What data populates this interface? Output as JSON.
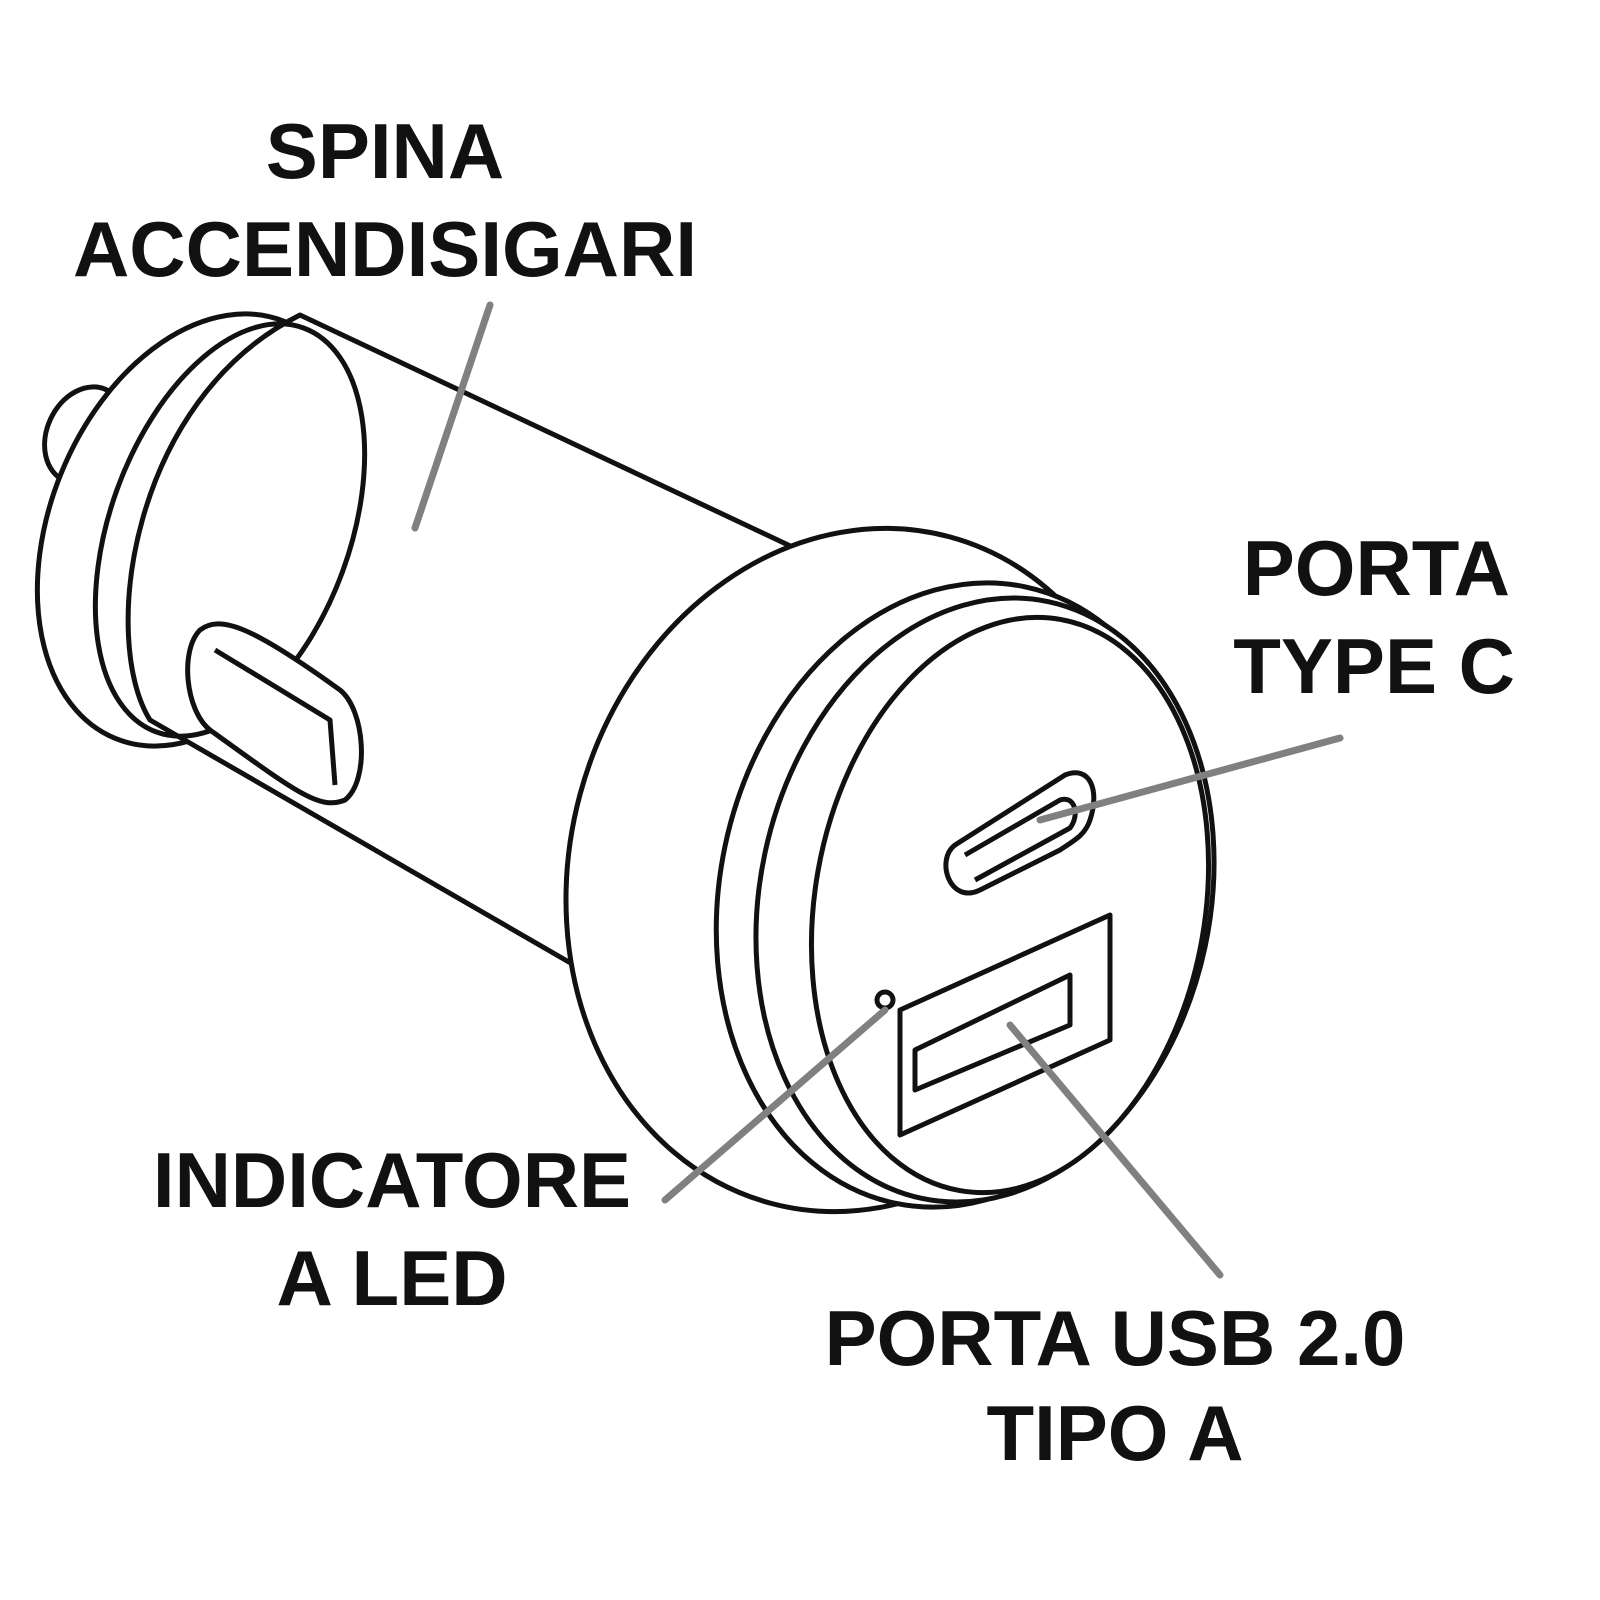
{
  "labels": {
    "plug": {
      "line1": "SPINA",
      "line2": "ACCENDISIGARI"
    },
    "type_c": {
      "line1": "PORTA",
      "line2": "TYPE C"
    },
    "led": {
      "line1": "INDICATORE",
      "line2": "A LED"
    },
    "usb_a": {
      "line1": "PORTA USB 2.0",
      "line2": "TIPO A"
    }
  },
  "colors": {
    "outline": "#111111",
    "leader": "#808080",
    "background": "#ffffff"
  }
}
